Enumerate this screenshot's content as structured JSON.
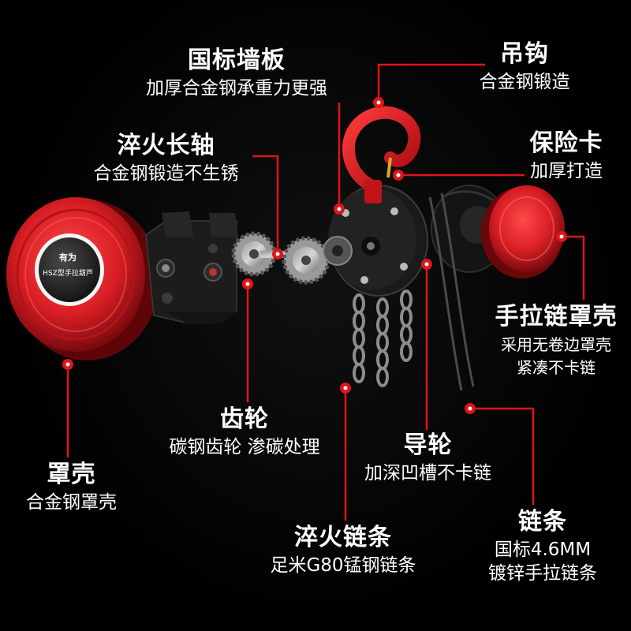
{
  "colors": {
    "accent": "#e0141a",
    "housing": "#d81e24",
    "metal": "#2a2a2a",
    "background": "#000000"
  },
  "cover_badge": {
    "line1": "有为",
    "line2": "HSZ型手拉葫芦"
  },
  "callouts": {
    "wall_plate": {
      "title": "国标墙板",
      "subtitle": "加厚合金钢承重力更强"
    },
    "hook": {
      "title": "吊钩",
      "subtitle": "合金钢锻造"
    },
    "safety_latch": {
      "title": "保险卡",
      "subtitle": "加厚打造"
    },
    "quench_shaft": {
      "title": "淬火长轴",
      "subtitle": "合金钢锻造不生锈"
    },
    "hand_chain_cover": {
      "title": "手拉链罩壳",
      "subtitle_1": "采用无卷边罩壳",
      "subtitle_2": "紧凑不卡链"
    },
    "gear": {
      "title": "齿轮",
      "subtitle": "碳钢齿轮 渗碳处理"
    },
    "guide_wheel": {
      "title": "导轮",
      "subtitle": "加深凹槽不卡链"
    },
    "cover": {
      "title": "罩壳",
      "subtitle": "合金钢罩壳"
    },
    "load_chain": {
      "title": "淬火链条",
      "subtitle": "足米G80锰钢链条"
    },
    "chain": {
      "title": "链条",
      "subtitle_1": "国标4.6MM",
      "subtitle_2": "镀锌手拉链条"
    }
  }
}
